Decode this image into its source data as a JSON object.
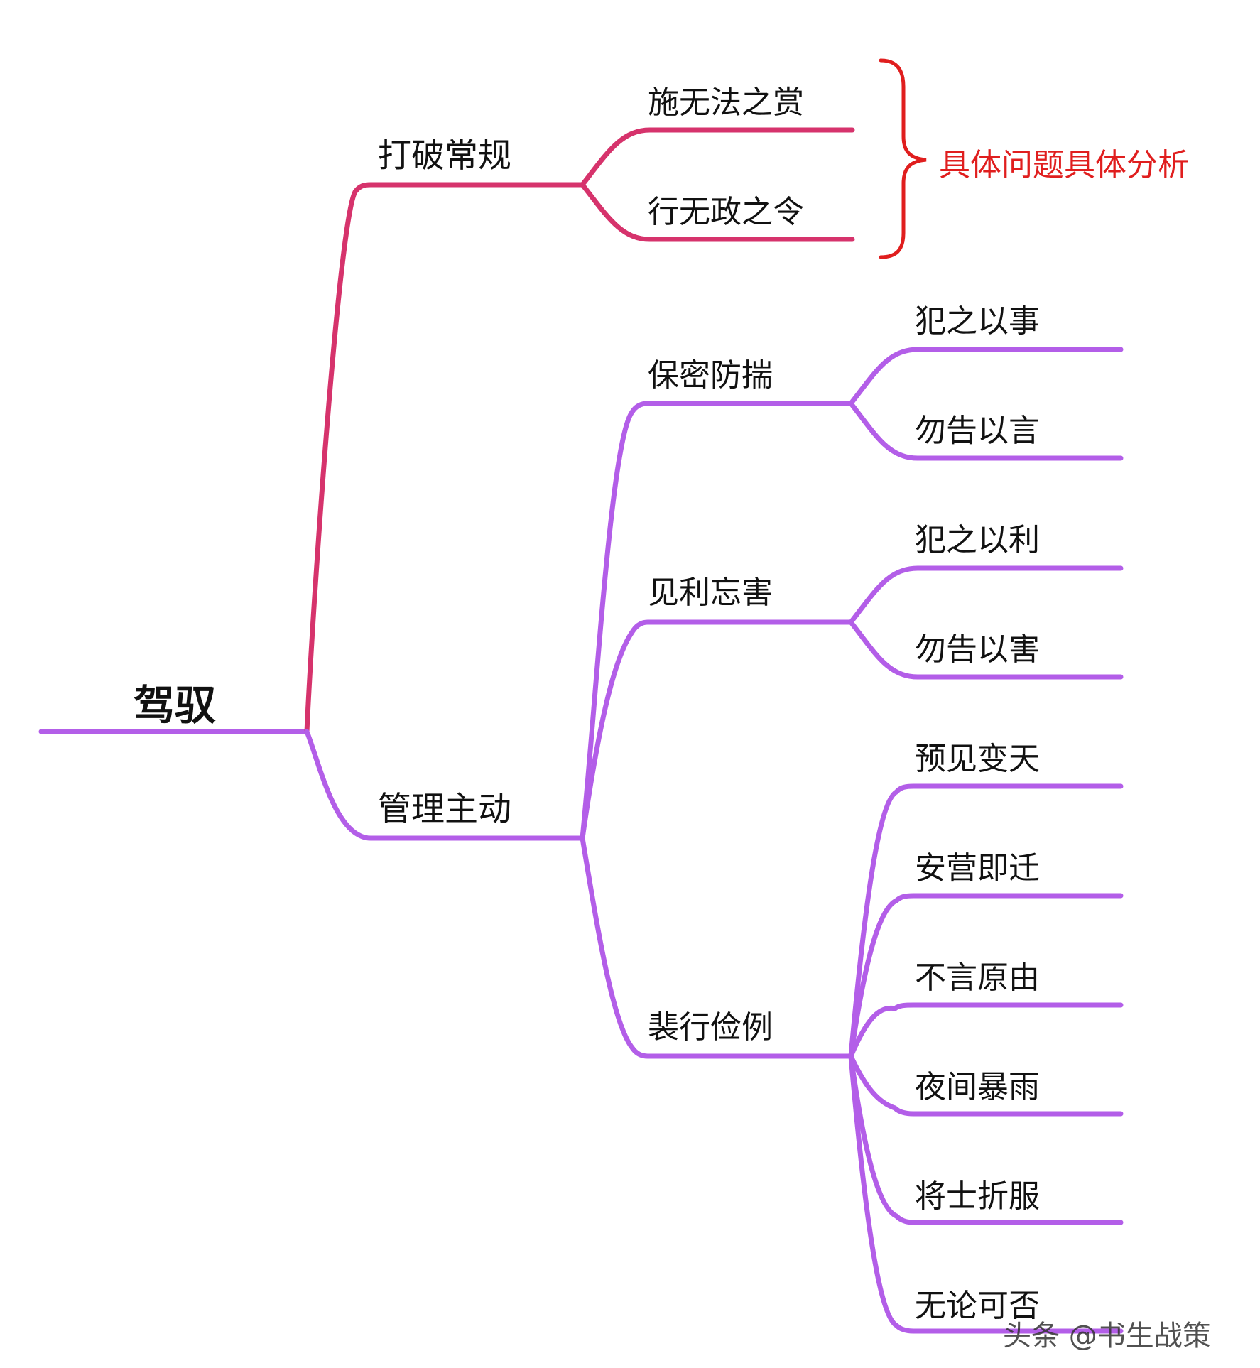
{
  "colors": {
    "branch_red": "#d6336c",
    "branch_purple": "#b35ee8",
    "annotation_red": "#e01e1e"
  },
  "root": {
    "label": "驾驭"
  },
  "branches": [
    {
      "label": "打破常规",
      "color": "branch_red",
      "children": [
        {
          "label": "施无法之赏"
        },
        {
          "label": "行无政之令"
        }
      ]
    },
    {
      "label": "管理主动",
      "color": "branch_purple",
      "children": [
        {
          "label": "保密防揣",
          "children": [
            {
              "label": "犯之以事"
            },
            {
              "label": "勿告以言"
            }
          ]
        },
        {
          "label": "见利忘害",
          "children": [
            {
              "label": "犯之以利"
            },
            {
              "label": "勿告以害"
            }
          ]
        },
        {
          "label": "裴行俭例",
          "children": [
            {
              "label": "预见变天"
            },
            {
              "label": "安营即迁"
            },
            {
              "label": "不言原由"
            },
            {
              "label": "夜间暴雨"
            },
            {
              "label": "将士折服"
            },
            {
              "label": "无论可否"
            }
          ]
        }
      ]
    }
  ],
  "annotation": {
    "label": "具体问题具体分析"
  },
  "watermark": {
    "label": "头条 @书生战策"
  }
}
